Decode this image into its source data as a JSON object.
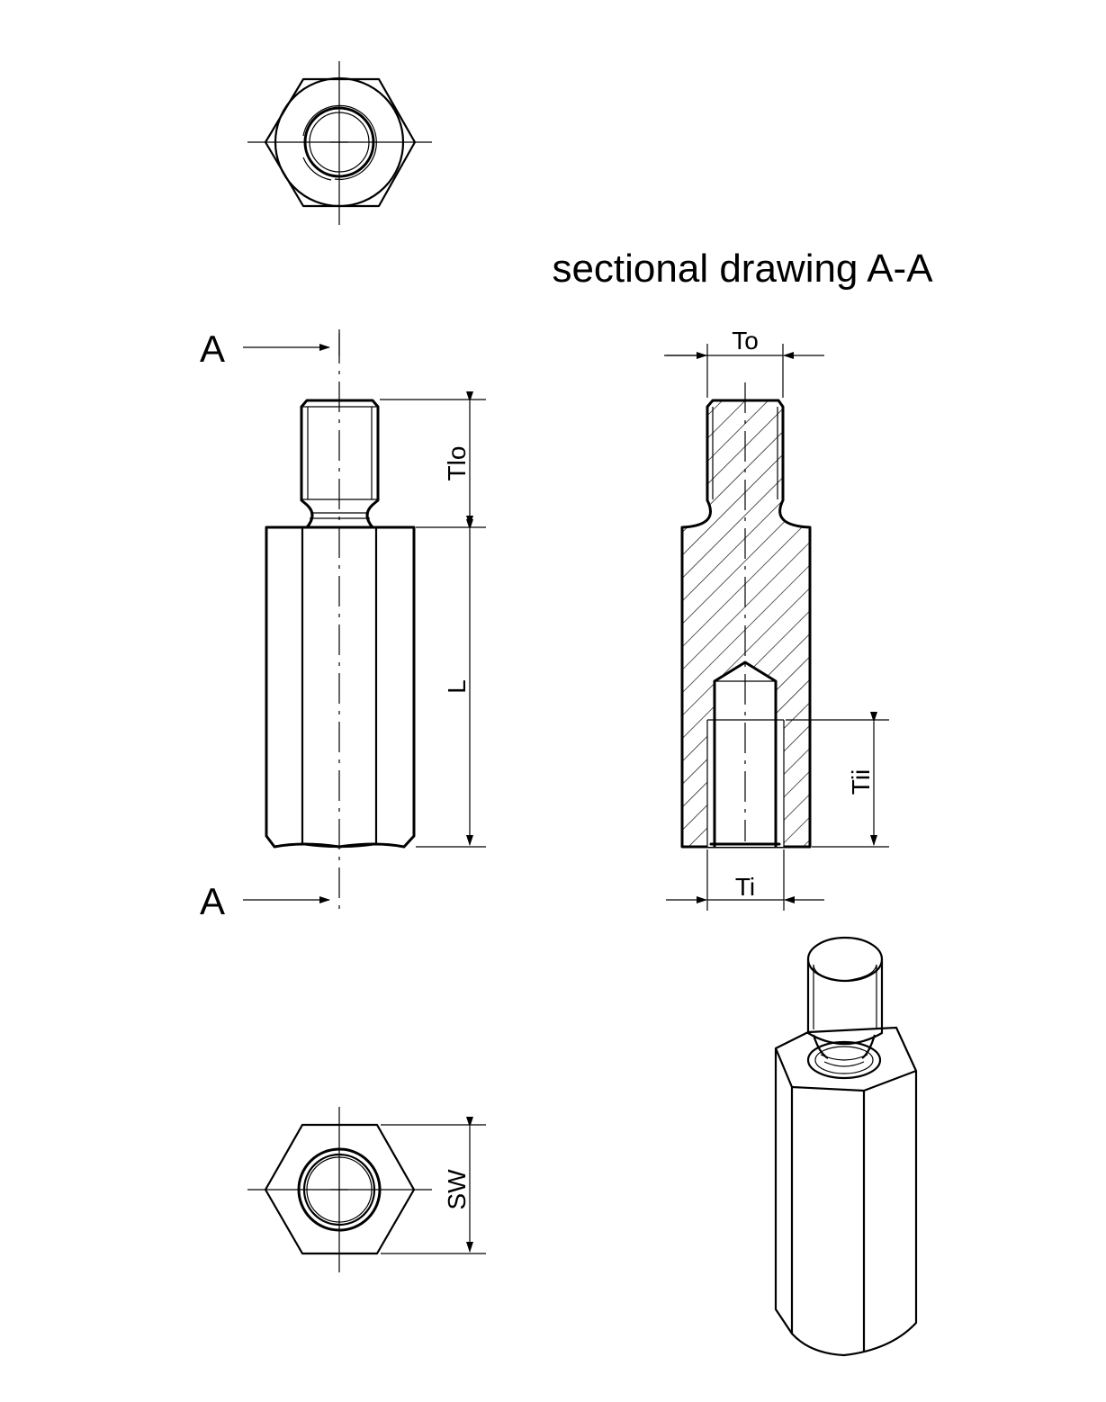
{
  "title": "sectional drawing A-A",
  "section_marks": {
    "top": "A",
    "bottom": "A"
  },
  "dimensions": {
    "to": "To",
    "tlo": "Tlo",
    "l": "L",
    "tii": "Tii",
    "ti": "Ti",
    "sw": "SW"
  }
}
